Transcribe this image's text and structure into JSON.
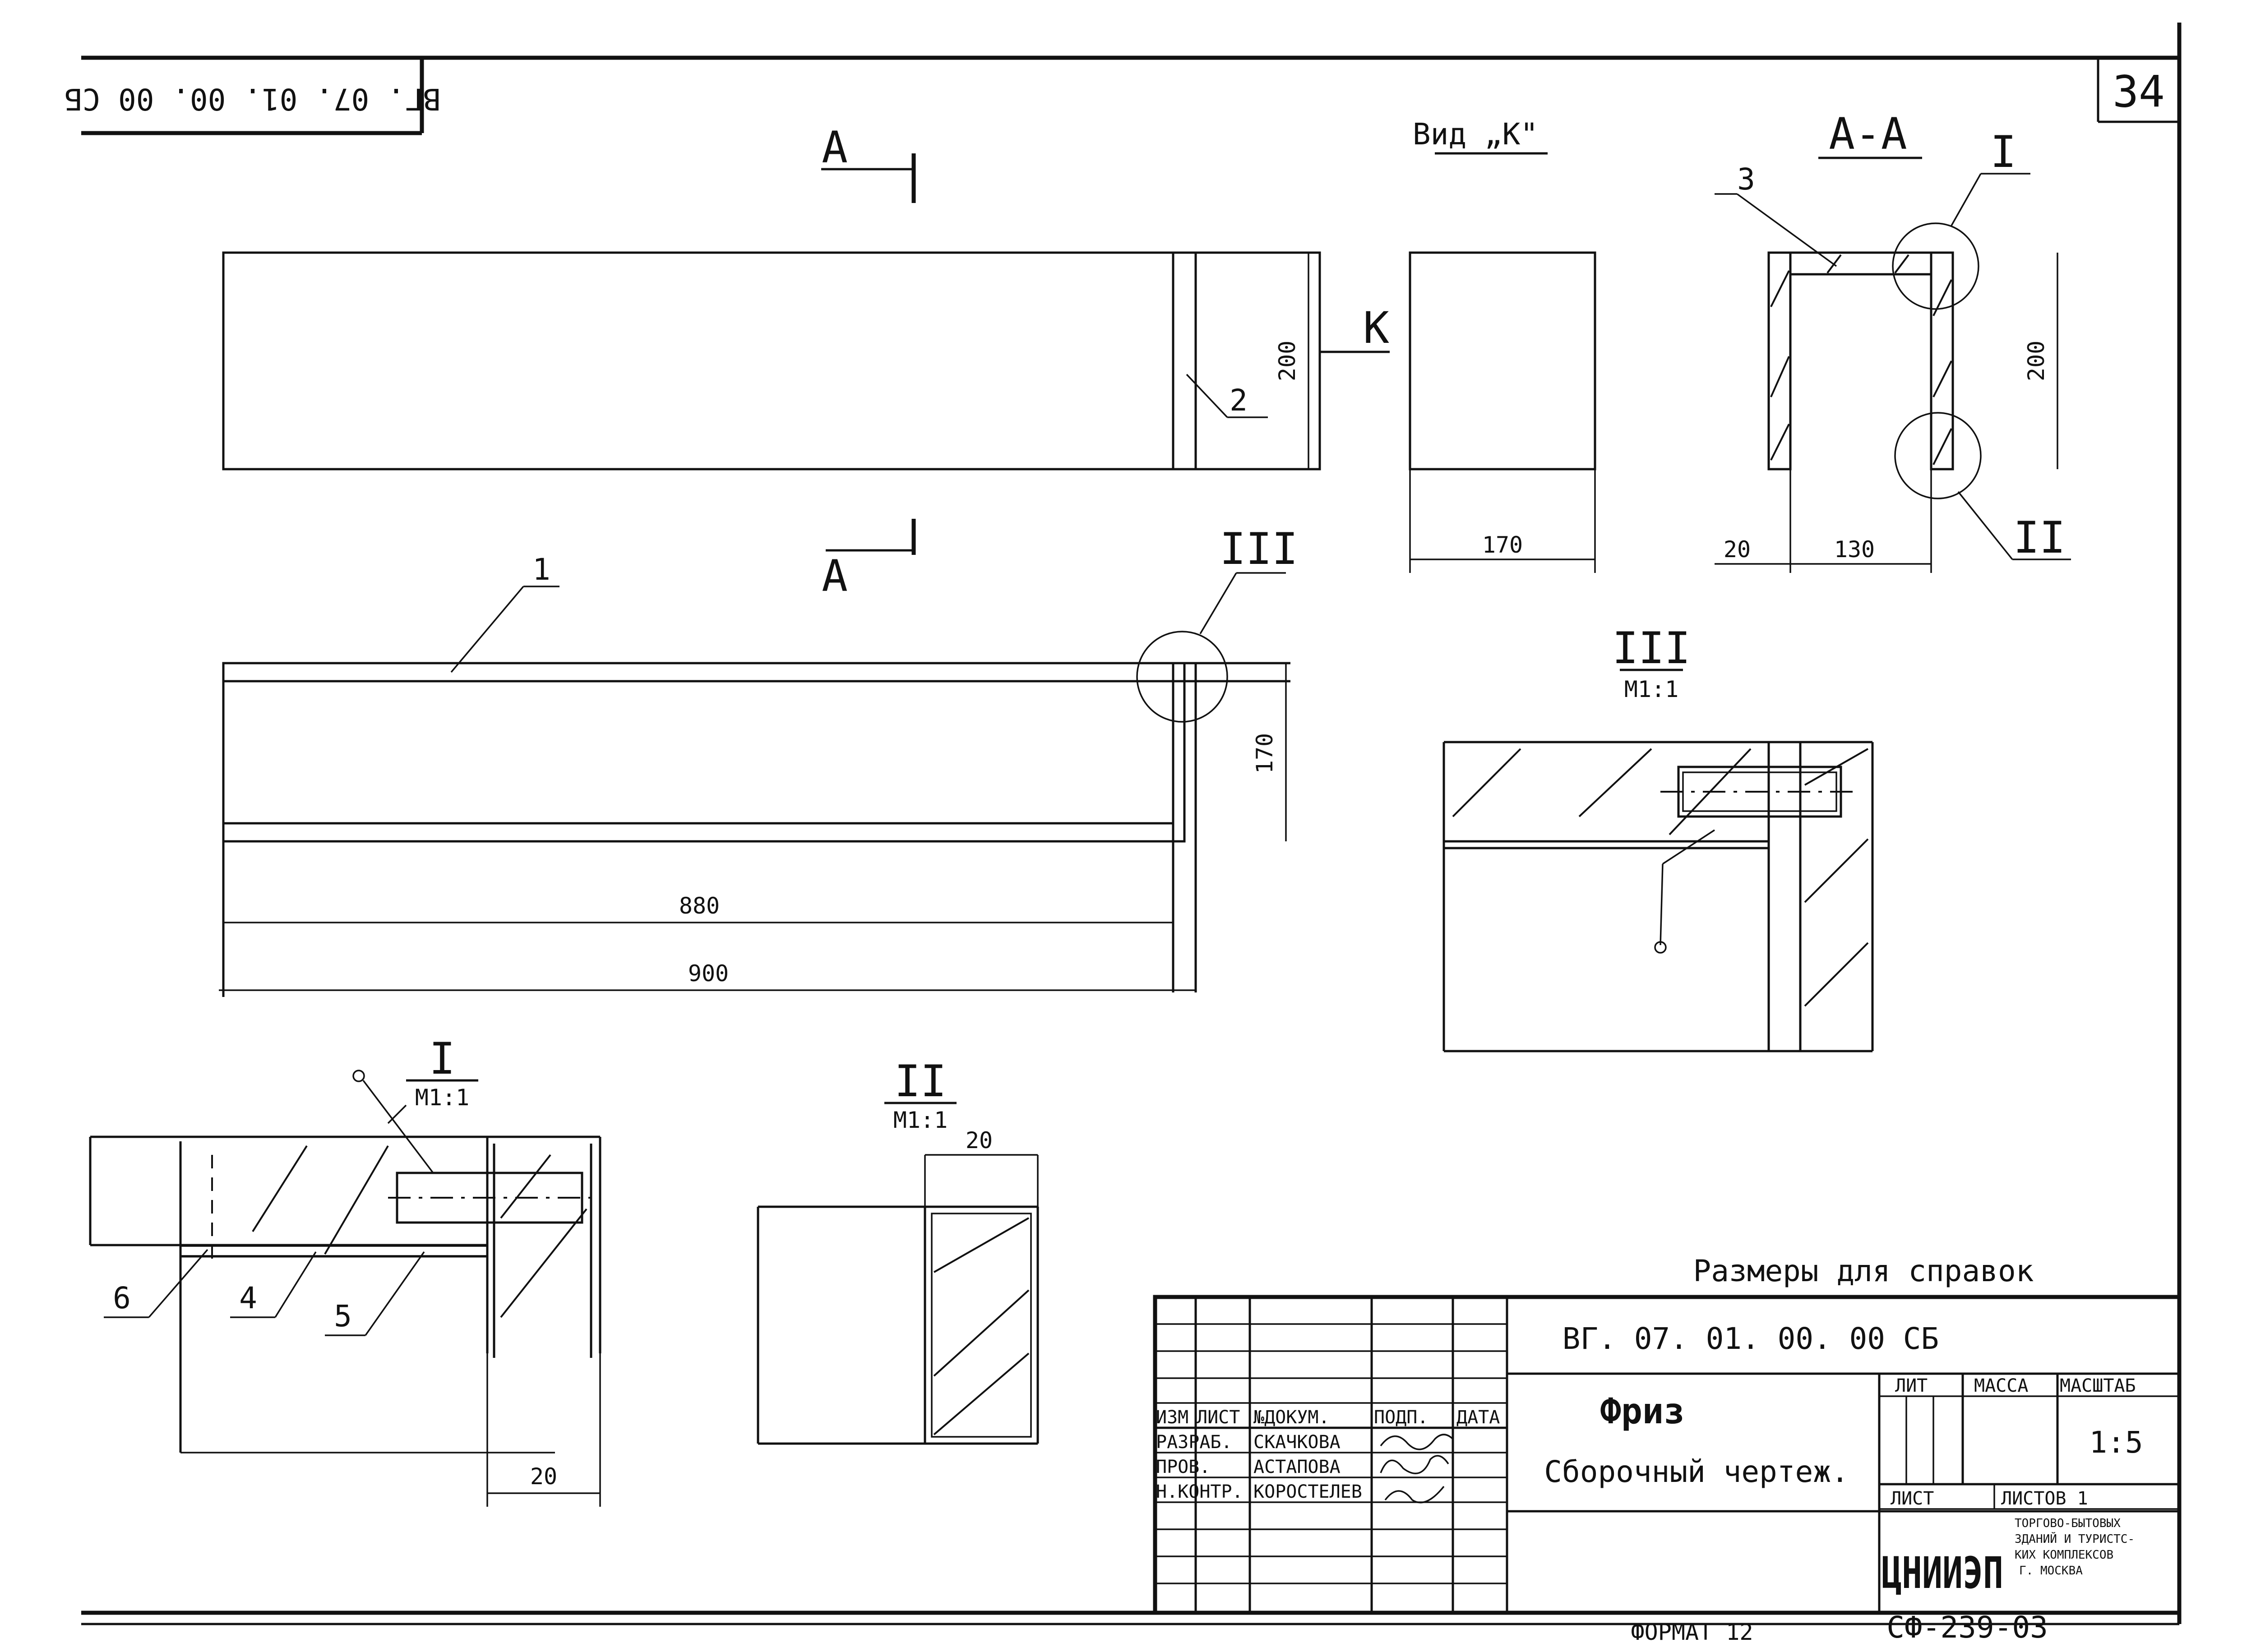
{
  "sheet": {
    "number": "34",
    "doc_code": "ВГ. 07. 01. 00. 00 СБ",
    "doc_code_stamp_rotated": "ВГ. 07. 01. 00. 00 СБ",
    "format": "ФОРМАТ 12",
    "archive_number": "СФ-239-03",
    "reference_note": "Размеры для справок"
  },
  "views": {
    "section_mark": "А",
    "view_k_title": "Вид „К\"",
    "view_k_arrow": "К",
    "section_aa_title": "А-А",
    "detail_1": "I",
    "detail_2": "II",
    "detail_3": "III",
    "scale_1_1": "М1:1"
  },
  "dimensions": {
    "front_height": "200",
    "side_height": "170",
    "len_880": "880",
    "len_900": "900",
    "view_k_width": "170",
    "section_height": "200",
    "section_20": "20",
    "section_130": "130",
    "detail_2_width": "20",
    "detail_1_width": "20"
  },
  "callouts": {
    "p1": "1",
    "p2": "2",
    "p3": "3",
    "p4": "4",
    "p5": "5",
    "p6": "6"
  },
  "title_block": {
    "headers": {
      "izm": "ИЗМ",
      "list": "ЛИСТ",
      "ndokum": "№ДОКУМ.",
      "podp": "ПОДП.",
      "data": "ДАТА"
    },
    "rows": [
      {
        "role": "РАЗРАБ.",
        "name": "СКАЧКОВА"
      },
      {
        "role": "ПРОВ.",
        "name": "АСТАПОВА"
      },
      {
        "role": "Н.КОНТР.",
        "name": "КОРОСТЕЛЕВ"
      }
    ],
    "designation": "ВГ. 07. 01. 00. 00 СБ",
    "product_name": "Фриз",
    "doc_type": "Сборочный чертеж.",
    "lit_label": "ЛИТ",
    "mass_label": "МАССА",
    "scale_label": "МАСШТАБ",
    "scale_value": "1:5",
    "sheet_label": "ЛИСТ",
    "sheets_label": "ЛИСТОВ 1",
    "org_logo": "ЦНИИЭП",
    "org_lines": [
      "ТОРГОВО-БЫТОВЫХ",
      "ЗДАНИЙ И ТУРИСТС-",
      "КИХ КОМПЛЕКСОВ",
      "Г. МОСКВА"
    ]
  }
}
